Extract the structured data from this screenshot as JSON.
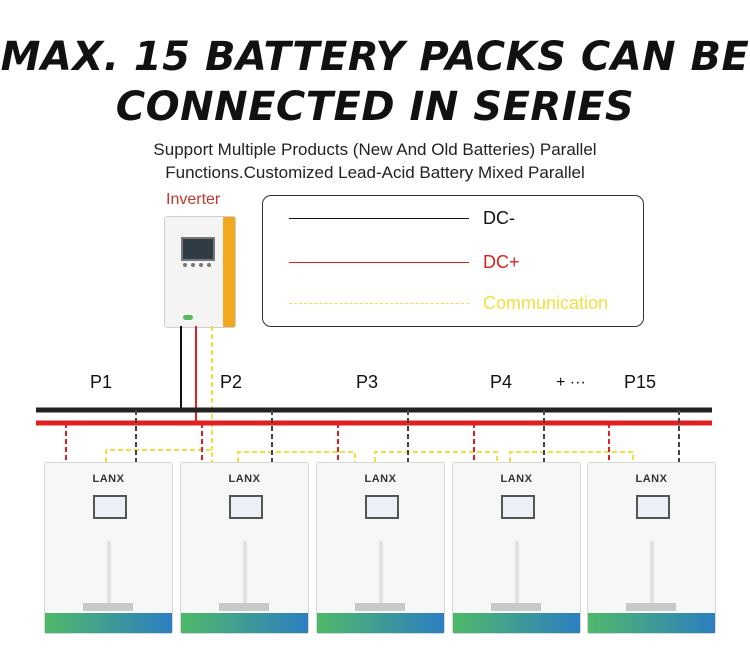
{
  "headline": {
    "line1": "MAX. 15 BATTERY PACKS CAN BE",
    "line2": "CONNECTED IN SERIES"
  },
  "subtitle": {
    "line1": "Support Multiple Products (New And Old Batteries) Parallel",
    "line2": "Functions.Customized Lead-Acid Battery Mixed Parallel"
  },
  "legend": {
    "items": [
      {
        "label": "DC-",
        "color": "#111111",
        "style": "solid"
      },
      {
        "label": "DC+",
        "color": "#e02020",
        "style": "solid"
      },
      {
        "label": "Communication",
        "color": "#f0e040",
        "style": "dashed"
      }
    ]
  },
  "inverter": {
    "label": "Inverter"
  },
  "packs": {
    "labels": [
      "P1",
      "P2",
      "P3",
      "P4",
      "+ ···",
      "P15"
    ]
  },
  "battery": {
    "brand": "LANX"
  },
  "colors": {
    "dc_minus": "#111111",
    "dc_plus": "#e02020",
    "comm": "#f0e040",
    "inverter_accent": "#f2a81f"
  }
}
